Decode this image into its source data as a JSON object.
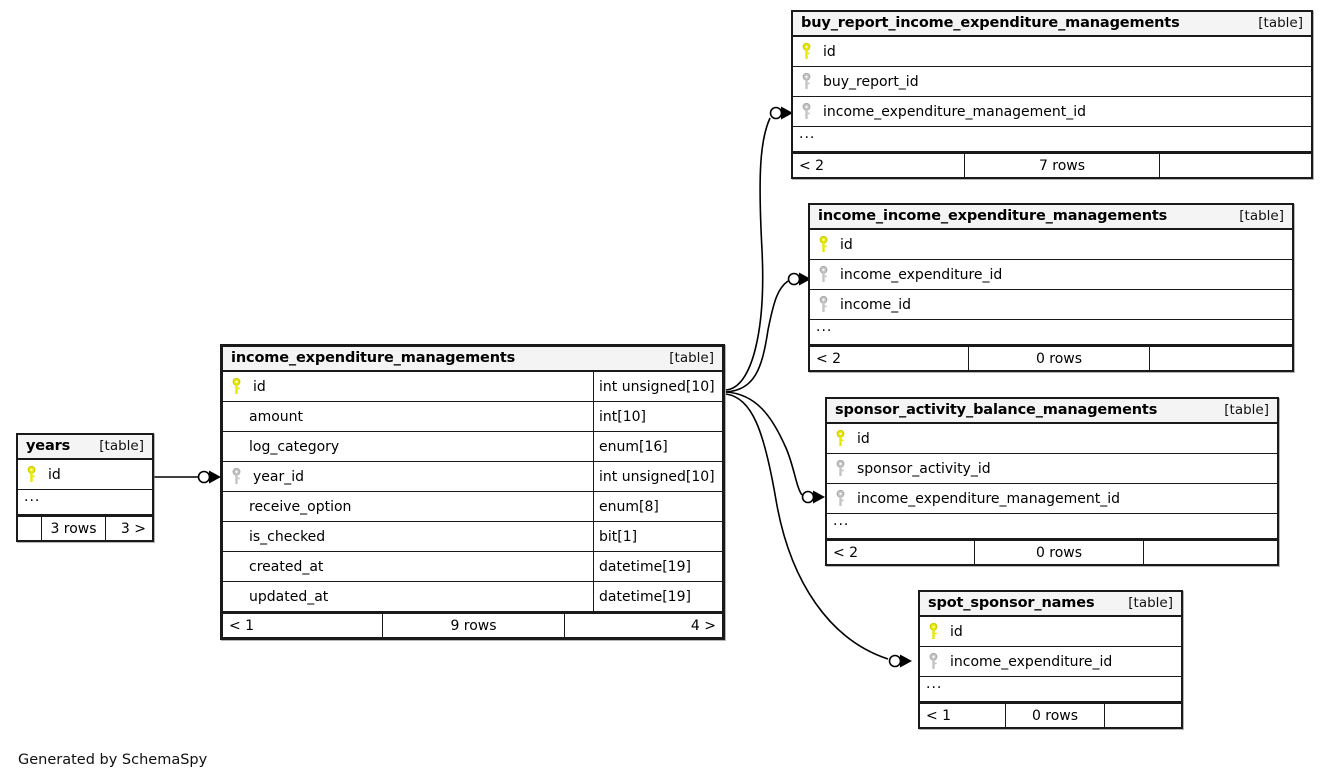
{
  "page": {
    "credit": "Generated by SchemaSpy",
    "table_tag": "[table]",
    "ellipsis": "...",
    "pk_icon": "yellow-key-icon",
    "fk_icon": "grey-key-icon",
    "accent_pk_color": "#e8e800",
    "accent_fk_color": "#bdbdbd",
    "header_bg": "#f4f4f4",
    "border_color": "#1a1a1a"
  },
  "tables": [
    {
      "id": "buy_report_income_expenditure_managements",
      "name": "buy_report_income_expenditure_managements",
      "type": "[table]",
      "columns": [
        {
          "name": "id",
          "key": "primary",
          "type": ""
        },
        {
          "name": "buy_report_id",
          "key": "foreign",
          "type": ""
        },
        {
          "name": "income_expenditure_management_id",
          "key": "foreign",
          "type": ""
        }
      ],
      "has_more": true,
      "footer": {
        "left": "< 2",
        "center": "7 rows",
        "right": ""
      }
    },
    {
      "id": "income_income_expenditure_managements",
      "name": "income_income_expenditure_managements",
      "type": "[table]",
      "columns": [
        {
          "name": "id",
          "key": "primary",
          "type": ""
        },
        {
          "name": "income_expenditure_id",
          "key": "foreign",
          "type": ""
        },
        {
          "name": "income_id",
          "key": "foreign",
          "type": ""
        }
      ],
      "has_more": true,
      "footer": {
        "left": "< 2",
        "center": "0 rows",
        "right": ""
      }
    },
    {
      "id": "sponsor_activity_balance_managements",
      "name": "sponsor_activity_balance_managements",
      "type": "[table]",
      "columns": [
        {
          "name": "id",
          "key": "primary",
          "type": ""
        },
        {
          "name": "sponsor_activity_id",
          "key": "foreign",
          "type": ""
        },
        {
          "name": "income_expenditure_management_id",
          "key": "foreign",
          "type": ""
        }
      ],
      "has_more": true,
      "footer": {
        "left": "< 2",
        "center": "0 rows",
        "right": ""
      }
    },
    {
      "id": "spot_sponsor_names",
      "name": "spot_sponsor_names",
      "type": "[table]",
      "columns": [
        {
          "name": "id",
          "key": "primary",
          "type": ""
        },
        {
          "name": "income_expenditure_id",
          "key": "foreign",
          "type": ""
        }
      ],
      "has_more": true,
      "footer": {
        "left": "< 1",
        "center": "0 rows",
        "right": ""
      }
    },
    {
      "id": "income_expenditure_managements",
      "name": "income_expenditure_managements",
      "type": "[table]",
      "columns": [
        {
          "name": "id",
          "key": "primary",
          "type": "int unsigned[10]"
        },
        {
          "name": "amount",
          "key": "none",
          "type": "int[10]"
        },
        {
          "name": "log_category",
          "key": "none",
          "type": "enum[16]"
        },
        {
          "name": "year_id",
          "key": "foreign",
          "type": "int unsigned[10]"
        },
        {
          "name": "receive_option",
          "key": "none",
          "type": "enum[8]"
        },
        {
          "name": "is_checked",
          "key": "none",
          "type": "bit[1]"
        },
        {
          "name": "created_at",
          "key": "none",
          "type": "datetime[19]"
        },
        {
          "name": "updated_at",
          "key": "none",
          "type": "datetime[19]"
        }
      ],
      "has_more": false,
      "footer": {
        "left": "< 1",
        "center": "9 rows",
        "right": "4 >"
      }
    },
    {
      "id": "years",
      "name": "years",
      "type": "[table]",
      "columns": [
        {
          "name": "id",
          "key": "primary",
          "type": ""
        }
      ],
      "has_more": true,
      "footer": {
        "left": "",
        "center": "3 rows",
        "right": "3 >"
      }
    }
  ],
  "relationships": [
    {
      "from": "income_expenditure_managements",
      "to": "buy_report_income_expenditure_managements",
      "to_column": "income_expenditure_management_id"
    },
    {
      "from": "income_expenditure_managements",
      "to": "income_income_expenditure_managements",
      "to_column": "income_expenditure_id"
    },
    {
      "from": "income_expenditure_managements",
      "to": "sponsor_activity_balance_managements",
      "to_column": "income_expenditure_management_id"
    },
    {
      "from": "income_expenditure_managements",
      "to": "spot_sponsor_names",
      "to_column": "income_expenditure_id"
    },
    {
      "from": "years",
      "to": "income_expenditure_managements",
      "to_column": "year_id"
    }
  ]
}
